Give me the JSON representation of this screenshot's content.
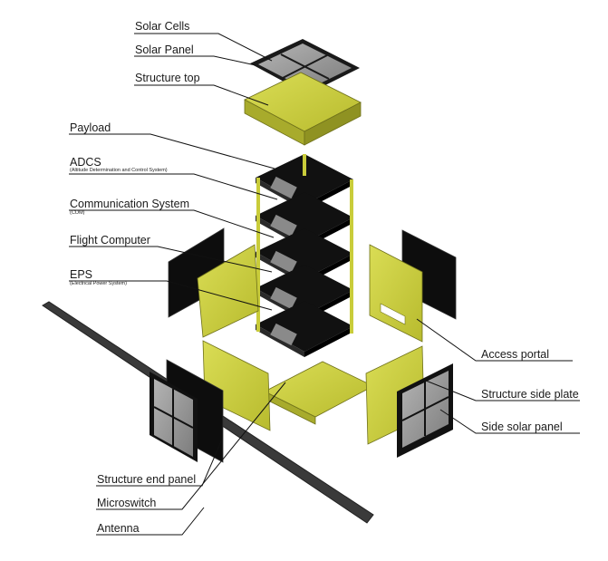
{
  "labels": {
    "solar_cells": "Solar Cells",
    "solar_panel": "Solar Panel",
    "structure_top": "Structure top",
    "payload": "Payload",
    "adcs": "ADCS",
    "adcs_sub": "(Altitude Determination and Control System)",
    "communication": "Communication System",
    "communication_sub": "(COM)",
    "flight_computer": "Flight Computer",
    "eps": "EPS",
    "eps_sub": "(Electrical Power System)",
    "access_portal": "Access portal",
    "structure_side_plate": "Structure side plate",
    "side_solar_panel": "Side solar panel",
    "structure_end_panel": "Structure end panel",
    "microswitch": "Microswitch",
    "antenna": "Antenna"
  },
  "colors": {
    "structure": "#c9cc3a",
    "structure_dark": "#9ea12a",
    "board": "#111111",
    "cell": "#9a9a9a",
    "line": "#111111"
  }
}
